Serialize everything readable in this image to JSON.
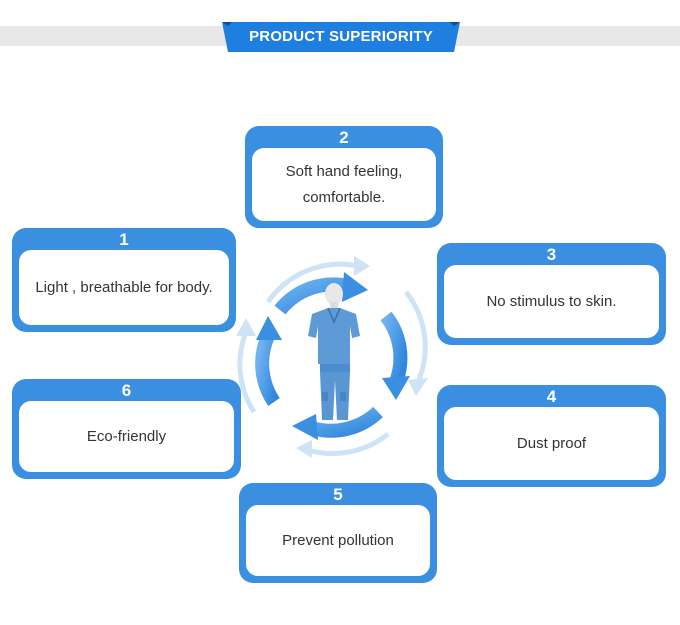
{
  "banner": {
    "title": "PRODUCT SUPERIORITY"
  },
  "colors": {
    "accent": "#3b8fe0",
    "banner_blue": "#1f7fe0",
    "topbar_gray": "#e8e8e8"
  },
  "features": [
    {
      "number": "1",
      "text": "Light , breathable for body."
    },
    {
      "number": "2",
      "text": "Soft hand feeling,\ncomfortable."
    },
    {
      "number": "3",
      "text": "No stimulus to skin."
    },
    {
      "number": "4",
      "text": "Dust proof"
    },
    {
      "number": "5",
      "text": "Prevent pollution"
    },
    {
      "number": "6",
      "text": "Eco-friendly"
    }
  ],
  "center": {
    "image": "blue-scrub-suit-on-mannequin",
    "icon": "cycle-arrows-icon"
  }
}
